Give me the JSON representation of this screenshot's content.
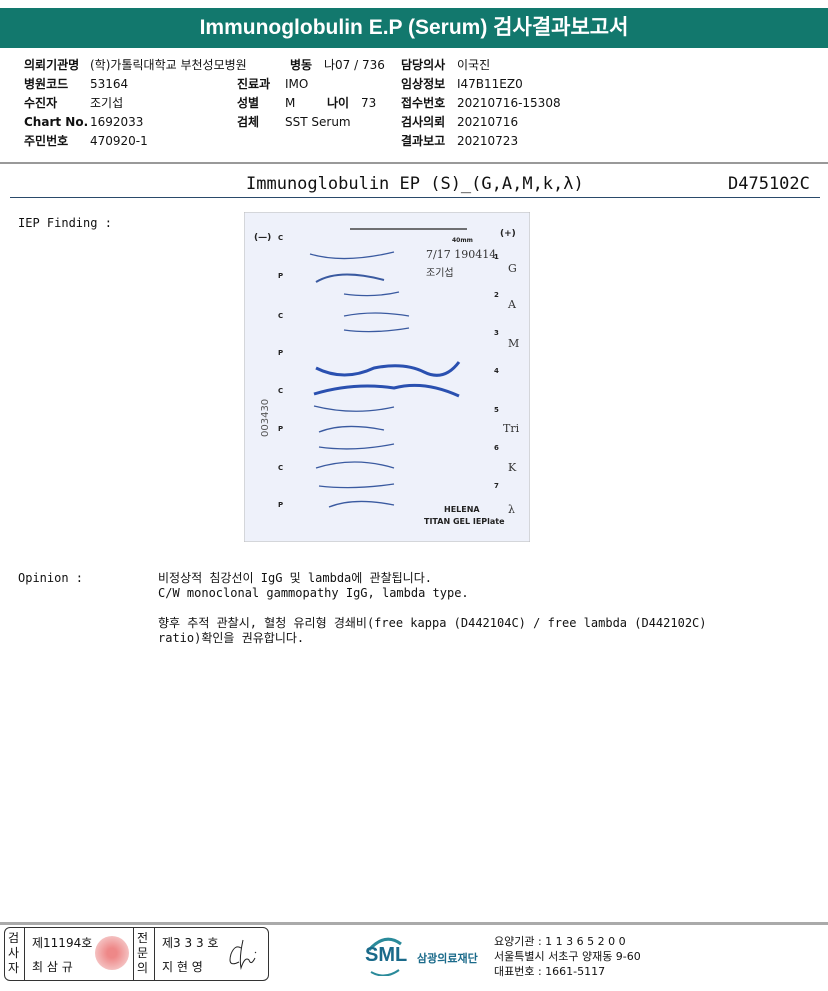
{
  "title": "Immunoglobulin E.P (Serum) 검사결과보고서",
  "header": {
    "hospital_label": "의뢰기관명",
    "hospital": "(학)가톨릭대학교 부천성모병원",
    "ward_label": "병동",
    "ward": "나07 / 736",
    "doctor_label": "담당의사",
    "doctor": "이국진",
    "code_label": "병원코드",
    "code": "53164",
    "dept_label": "진료과",
    "dept": "IMO",
    "clinical_label": "임상정보",
    "clinical": "I47B11EZ0",
    "patient_label": "수진자",
    "patient": "조기섭",
    "sex_label": "성별",
    "sex": "M",
    "age_label": "나이",
    "age": "73",
    "receipt_label": "접수번호",
    "receipt": "20210716-15308",
    "chart_label": "Chart No.",
    "chart": "1692033",
    "specimen_label": "검체",
    "specimen": "SST Serum",
    "request_label": "검사의뢰",
    "request": "20210716",
    "id_label": "주민번호",
    "id": "470920-1",
    "report_label": "결과보고",
    "report": "20210723"
  },
  "test": {
    "name": "Immunoglobulin EP (S)_(G,A,M,k,λ)",
    "code": "D475102C"
  },
  "finding_label": "IEP Finding :",
  "gel": {
    "neg": "(—)",
    "pos": "(+)",
    "scale": "40mm",
    "date": "7/17 190414",
    "name": "조기섭",
    "serial": "003430",
    "brand": "HELENA",
    "product": "TITAN GEL IEPlate",
    "rows": [
      "C",
      "P",
      "C",
      "P",
      "C",
      "P",
      "C",
      "P"
    ],
    "numbers": [
      "1",
      "2",
      "3",
      "4",
      "5",
      "6",
      "7"
    ],
    "antisera": [
      "G",
      "A",
      "M",
      "Tri",
      "K",
      "λ"
    ]
  },
  "opinion_label": "Opinion :",
  "opinion": [
    "비정상적 침강선이 IgG 및 lambda에 관찰됩니다.",
    "C/W monoclonal gammopathy IgG, lambda type.",
    "향후 추적 관찰시, 혈청 유리형 경쇄비(free kappa (D442104C) / free lambda (D442102C)",
    "ratio)확인을 권유합니다."
  ],
  "footer": {
    "examiner_label": "검사자",
    "examiner_no": "제11194호",
    "examiner": "최 삼 규",
    "specialist_label": "전문의",
    "specialist_no": "제3 3 3 호",
    "specialist": "지 현 영",
    "logo": "SML",
    "org": "삼광의료재단",
    "inst": "요양기관 : 1 1 3 6 5 2 0 0",
    "address": "서울특별시 서초구 양재동 9-60",
    "phone": "대표번호 : 1661-5117"
  }
}
